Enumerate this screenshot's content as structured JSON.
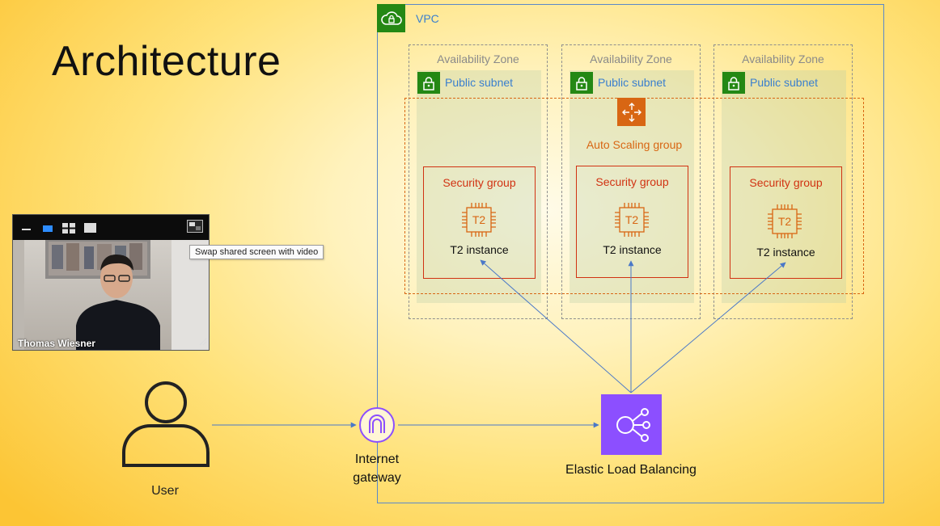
{
  "slide": {
    "title": "Architecture",
    "vpc_label": "VPC",
    "zones": [
      {
        "az_label": "Availability Zone",
        "subnet_label": "Public subnet",
        "sg_label": "Security group",
        "chip": "T2",
        "instance_label": "T2 instance"
      },
      {
        "az_label": "Availability Zone",
        "subnet_label": "Public subnet",
        "sg_label": "Security group",
        "chip": "T2",
        "instance_label": "T2 instance"
      },
      {
        "az_label": "Availability Zone",
        "subnet_label": "Public subnet",
        "sg_label": "Security group",
        "chip": "T2",
        "instance_label": "T2 instance"
      }
    ],
    "asg_label": "Auto Scaling group",
    "elb_label": "Elastic Load Balancing",
    "igw_label_line1": "Internet",
    "igw_label_line2": "gateway",
    "user_label": "User"
  },
  "video_window": {
    "participant_name": "Thomas Wiesner",
    "tooltip": "Swap shared screen with video",
    "toolbar_buttons": [
      "minimize-icon",
      "speaker-view-icon",
      "gallery-view-icon",
      "fullscreen-icon",
      "swap-screen-icon"
    ]
  },
  "colors": {
    "aws_green": "#248814",
    "aws_orange": "#d86613",
    "security_red": "#d13212",
    "elb_purple": "#8c4fff",
    "link_blue": "#3a7fce",
    "connector_blue": "#5a88c9"
  }
}
